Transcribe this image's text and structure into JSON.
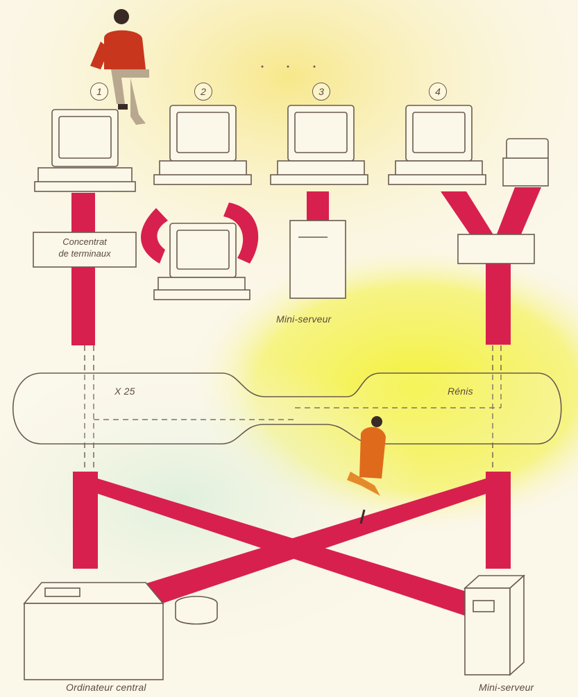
{
  "diagram": {
    "terminals": [
      {
        "number": "1"
      },
      {
        "number": "2"
      },
      {
        "number": "3"
      },
      {
        "number": "4"
      }
    ],
    "labels": {
      "concentrator_line1": "Concentrat",
      "concentrator_line2": "de terminaux",
      "mini_server_top": "Mini-serveur",
      "network_left": "X 25",
      "network_right": "Rénis",
      "central_computer": "Ordinateur central",
      "mini_server_bottom": "Mini-serveur"
    },
    "colors": {
      "link": "#d8204e",
      "outline": "#6a5a50",
      "highlight": "#f2ee3a"
    },
    "icons": [
      "person-icon",
      "computer-icon",
      "printer-icon",
      "server-icon",
      "mainframe-icon",
      "disk-icon"
    ]
  }
}
